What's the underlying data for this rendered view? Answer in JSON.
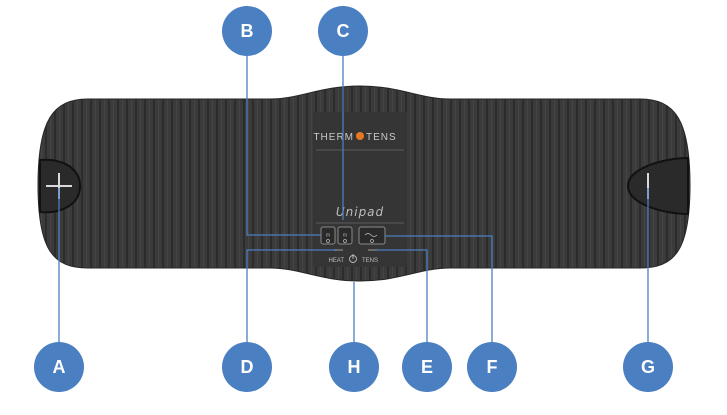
{
  "device": {
    "brand_left": "THERM",
    "brand_right": "TENS",
    "model": "Unipad",
    "heat_label": "HEAT",
    "tens_label": "TENS",
    "body_color": "#3a3a3a",
    "brand_dot_color": "#e87722"
  },
  "callouts": {
    "color": "#4a7fc1",
    "line_color": "#4a7fc1",
    "items": [
      {
        "letter": "A",
        "meaning": "plus-button"
      },
      {
        "letter": "B",
        "meaning": "heat-buttons"
      },
      {
        "letter": "C",
        "meaning": "control-panel"
      },
      {
        "letter": "D",
        "meaning": "heat-indicator"
      },
      {
        "letter": "E",
        "meaning": "tens-indicator"
      },
      {
        "letter": "F",
        "meaning": "tens-button"
      },
      {
        "letter": "G",
        "meaning": "minus-button"
      },
      {
        "letter": "H",
        "meaning": "power-indicator"
      }
    ]
  }
}
